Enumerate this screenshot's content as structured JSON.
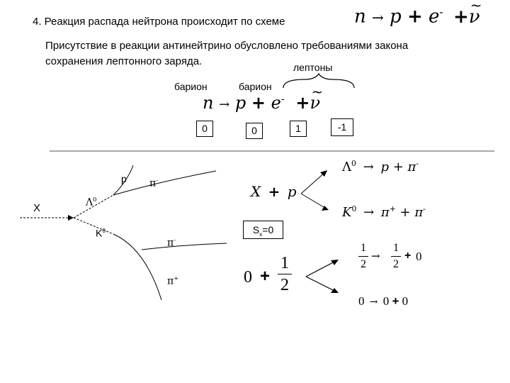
{
  "heading": {
    "text": "4. Реакция распада нейтрона происходит по схеме",
    "eq": {
      "n": "n",
      "arrow": "→",
      "p": "p",
      "plus1": "+",
      "e": "e",
      "e_sup": "-",
      "plus2": "+",
      "nu": "ν",
      "tilde": "~"
    }
  },
  "paragraph": {
    "line1": "Присутствие в реакции антинейтрино обусловлено требованиями  закона",
    "line2": "сохранения лептонного заряда."
  },
  "leptons_label": "лептоны",
  "baryon_label_1": "барион",
  "baryon_label_2": "барион",
  "eq2": {
    "n": "n",
    "arrow": "→",
    "p": "p",
    "plus1": "+",
    "e": "e",
    "e_sup": "-",
    "plus2": "+",
    "nu": "ν",
    "tilde": "~"
  },
  "charges": [
    "0",
    "0",
    "1",
    "-1"
  ],
  "diagram": {
    "x_label": "X",
    "p_label": "p",
    "lambda_label": "Λ",
    "lambda_sup": "0",
    "k_label": "K",
    "k_sup": "0",
    "pi_minus_1": "π",
    "pi_minus_1_sup": "-",
    "pi_minus_2": "π",
    "pi_minus_2_sup": "-",
    "pi_plus": "π",
    "pi_plus_sup": "+"
  },
  "reaction": {
    "x": "X",
    "plus": "+",
    "p": "p"
  },
  "decay1": {
    "lambda": "Λ",
    "sup": "0",
    "arrow": "→",
    "p": "p",
    "plus": "+",
    "pi": "π",
    "pi_sup": "-"
  },
  "decay2": {
    "k": "K",
    "sup": "0",
    "arrow": "→",
    "pi1": "π",
    "pi1_sup": "+",
    "plus": "+",
    "pi2": "π",
    "pi2_sup": "-"
  },
  "strangeness": {
    "s": "S",
    "sub": "x",
    "value": "=0"
  },
  "spin": {
    "zero": "0",
    "plus": "+",
    "num": "1",
    "den": "2"
  },
  "spin_eq1": {
    "num1": "1",
    "den1": "2",
    "arrow": "→",
    "num2": "1",
    "den2": "2",
    "plus": "+",
    "zero": "0"
  },
  "spin_eq2": {
    "zero1": "0",
    "arrow": "→",
    "zero2": "0",
    "plus": "+",
    "zero3": "0"
  }
}
